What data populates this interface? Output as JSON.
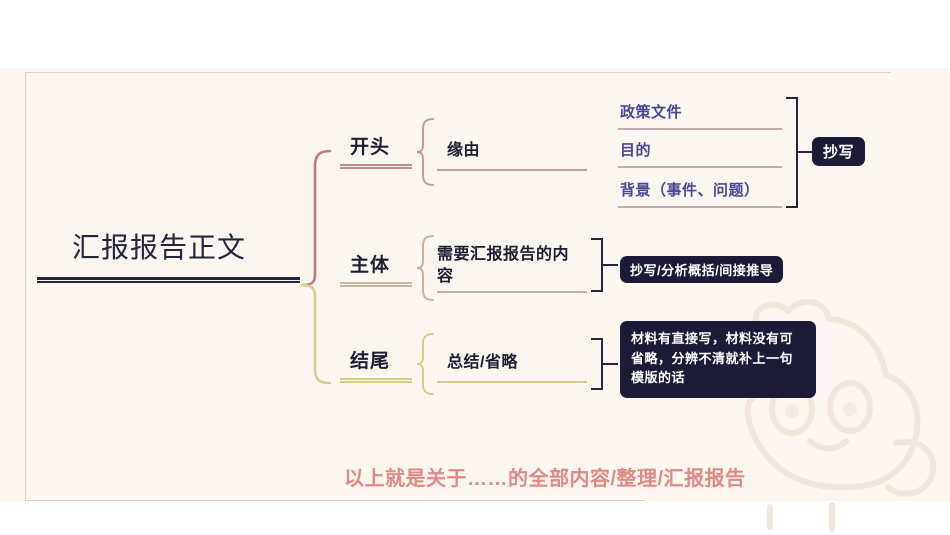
{
  "slide": {
    "root": {
      "label": "汇报报告正文"
    },
    "branches": [
      {
        "label": "开头",
        "child": "缘由",
        "leaves": [
          "政策文件",
          "目的",
          "背景（事件、问题）"
        ],
        "badge": "抄写"
      },
      {
        "label": "主体",
        "child": "需要汇报报告的内容",
        "badge": "抄写/分析概括/间接推导"
      },
      {
        "label": "结尾",
        "child": "总结/省略",
        "badge": "材料有直接写，材料没有可省略，分辨不清就补上一句模版的话"
      }
    ],
    "footer": "以上就是关于……的全部内容/整理/汇报报告",
    "colors": {
      "page_background": "#ffffff",
      "canvas_background": "#fbf6f0",
      "frame_border": "#d9d2cb",
      "root_text": "#24243f",
      "level1_text": "#1d1d33",
      "level2_text": "#1d1d33",
      "level3_text": "#46479b",
      "badge_background": "#1b1b38",
      "badge_text": "#ffffff",
      "footer_text": "#e08a84",
      "brace_top": "#c07a7a",
      "brace_bottom": "#d6cc8b",
      "rule_rose": "#c69a9a",
      "rule_tan": "#cbb093",
      "rule_khaki": "#d8cc8d",
      "bracket_dark": "#24243f",
      "watermark": "#f5ece4"
    }
  }
}
